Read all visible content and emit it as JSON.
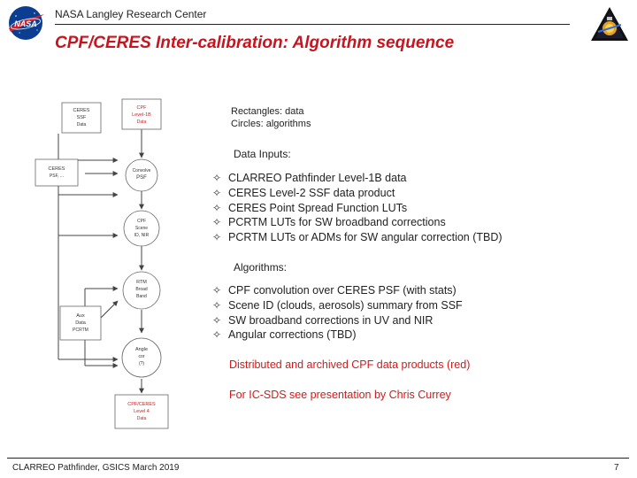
{
  "header": {
    "org": "NASA Langley Research Center",
    "title": "CPF/CERES Inter-calibration: Algorithm sequence"
  },
  "diagram": {
    "nodes": {
      "ceres_ssf": [
        "CERES",
        "SSF",
        "Data"
      ],
      "cpf_level1b": [
        "CPF",
        "Level-1B",
        "Data"
      ],
      "ceres_psf": [
        "CERES",
        "PSF, ..."
      ],
      "convolve_psf": [
        "Convolve",
        "PSF"
      ],
      "scene_id": [
        "CPF",
        "Scene",
        "ID, NIR"
      ],
      "rtm_broadband": [
        "RTM",
        "Broad",
        "Band"
      ],
      "aux_data": [
        "Aux",
        "Data",
        "PCRTM"
      ],
      "angular": [
        "Angle",
        "cor",
        "(?)"
      ],
      "cpf_ceres_level4": [
        "CPF/CERES",
        "Level 4",
        "Data"
      ]
    }
  },
  "legend": {
    "rectangles": "Rectangles: data",
    "circles": "Circles: algorithms"
  },
  "data_inputs": {
    "heading": "Data Inputs:",
    "items": [
      "CLARREO Pathfinder Level-1B data",
      "CERES Level-2 SSF data product",
      "CERES Point Spread Function LUTs",
      "PCRTM LUTs for SW broadband corrections",
      "PCRTM LUTs or ADMs for SW angular correction (TBD)"
    ]
  },
  "algorithms": {
    "heading": "Algorithms:",
    "items": [
      "CPF convolution over CERES PSF (with stats)",
      "Scene ID (clouds, aerosols) summary from SSF",
      "SW broadband corrections in UV and NIR",
      "Angular corrections (TBD)"
    ]
  },
  "notes": {
    "distributed": "Distributed and archived CPF data products (red)",
    "ic_sds": "For IC-SDS see presentation by Chris Currey"
  },
  "footer": {
    "left": "CLARREO Pathfinder, GSICS March 2019",
    "page": "7"
  },
  "icons": {
    "bullet": "✧",
    "nasa_logo": "nasa-meatball-logo",
    "mission_logo": "mission-patch-logo"
  },
  "colors": {
    "title_red": "#c8141e",
    "product_red": "#d31a1a",
    "nasa_blue": "#0b3d91"
  }
}
